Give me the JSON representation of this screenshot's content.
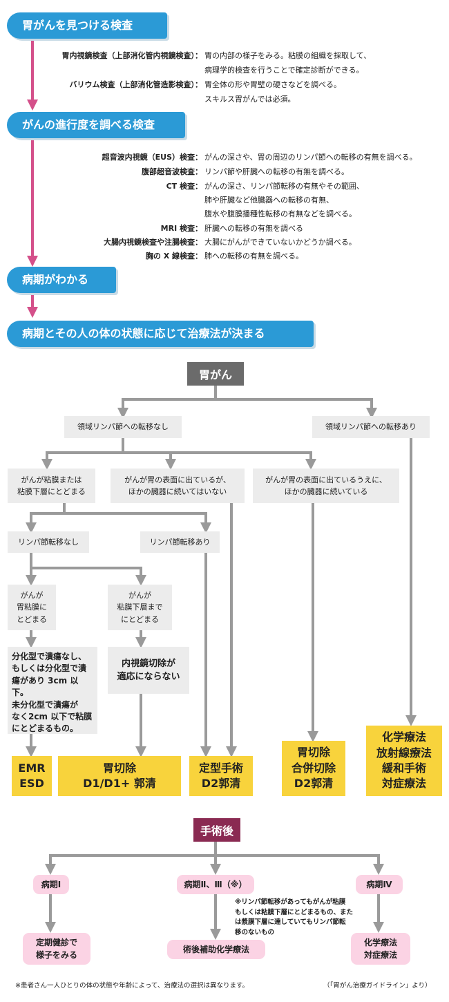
{
  "stages": {
    "s1": "胃がんを見つける検査",
    "s2": "がんの進行度を調べる検査",
    "s3": "病期がわかる",
    "s4": "病期とその人の体の状態に応じて治療法が決まる"
  },
  "tests1": [
    {
      "label": "胃内視鏡検査（上部消化管内視鏡検査）：",
      "desc": [
        "胃の内部の様子をみる。粘膜の組織を採取して、",
        "病理学的検査を行うことで確定診断ができる。"
      ]
    },
    {
      "label": "バリウム検査（上部消化管造影検査）：",
      "desc": [
        "胃全体の形や胃壁の硬さなどを調べる。",
        "スキルス胃がんでは必須。"
      ]
    }
  ],
  "tests2": [
    {
      "label": "超音波内視鏡（EUS）検査：",
      "desc": [
        "がんの深さや、胃の周辺のリンパ節への転移の有無を調べる。"
      ]
    },
    {
      "label": "腹部超音波検査：",
      "desc": [
        "リンパ節や肝臓への転移の有無を調べる。"
      ]
    },
    {
      "label": "CT 検査：",
      "desc": [
        "がんの深さ、リンパ節転移の有無やその範囲、",
        "肺や肝臓など他臓器への転移の有無、",
        "腹水や腹膜播種性転移の有無などを調べる。"
      ]
    },
    {
      "label": "MRI 検査：",
      "desc": [
        "肝臓への転移の有無を調べる"
      ]
    },
    {
      "label": "大腸内視鏡検査や注腸検査：",
      "desc": [
        "大腸にがんができていないかどうか調べる。"
      ]
    },
    {
      "label": "胸の X 線検査：",
      "desc": [
        "肺への転移の有無を調べる。"
      ]
    }
  ],
  "tree": {
    "root": "胃がん",
    "no_meta": "領域リンパ節への転移なし",
    "meta": "領域リンパ節への転移あり",
    "mucosa": "がんが粘膜または\n粘膜下層にとどまる",
    "surface": "がんが胃の表面に出ているが、\nほかの臓器に続いてはいない",
    "other_organ": "がんが胃の表面に出ているうえに、\nほかの臓器に続いている",
    "ln_no": "リンパ節転移なし",
    "ln_yes": "リンパ節転移あり",
    "in_mucosa": "がんが\n胃粘膜に\nとどまる",
    "in_submucosa": "がんが\n粘膜下層まで\nにとどまる",
    "criteria": "分化型で潰瘍なし、\nもしくは分化型で潰\n瘍があり 3cm 以下。\n未分化型で潰瘍が\nなく2cm 以下で粘膜\nにとどまるもの。",
    "not_endoscopic": "内視鏡切除が\n適応にならない"
  },
  "treatments": {
    "emr": "EMR\nESD",
    "gastrectomy": "胃切除\nD1/D1+ 郭清",
    "standard": "定型手術\nD2郭清",
    "combined": "胃切除\n合併切除\nD2郭清",
    "chemo": "化学療法\n放射線療法\n緩和手術\n対症療法"
  },
  "post": {
    "head": "手術後",
    "stage1": "病期Ⅰ",
    "stage23": "病期Ⅱ、Ⅲ（※）",
    "stage4": "病期Ⅳ",
    "note": "※リンパ節転移があってもがんが粘膜\nもしくは粘膜下層にとどまるもの、また\nは漿膜下層に達していてもリンパ節転\n移のないもの",
    "checkup": "定期健診で\n様子をみる",
    "adjuvant": "術後補助化学療法",
    "chemo": "化学療法\n対症療法"
  },
  "footer": {
    "left": "※患者さん一人ひとりの体の状態や年齢によって、治療法の選択は異なります。",
    "right": "（「胃がん治療ガイドライン」より）"
  },
  "colors": {
    "stage_blue": "#2b9ad6",
    "arrow_pink": "#d4508a",
    "line_gray": "#9a9a9a",
    "treatment_yellow": "#f8d33c",
    "post_pink": "#fbd3e4",
    "post_head": "#8a2a52"
  }
}
